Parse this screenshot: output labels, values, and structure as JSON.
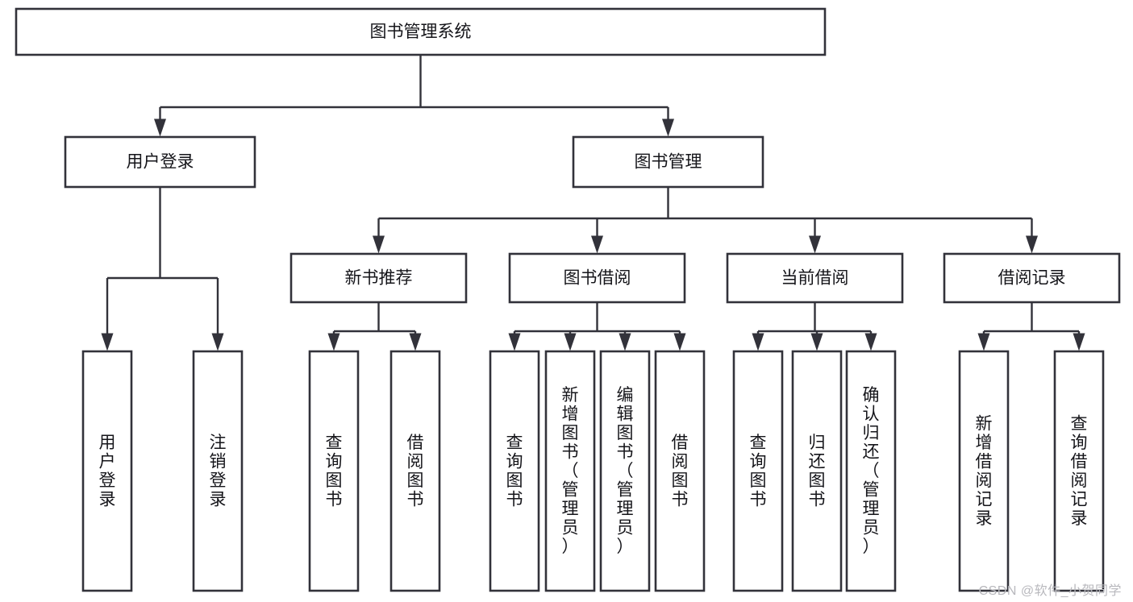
{
  "diagram": {
    "type": "tree",
    "orientation": "top-down",
    "title": "图书管理系统",
    "colors": {
      "box_fill": "#ffffff",
      "box_stroke": "#32323a",
      "connector": "#32323a",
      "text": "#15151a",
      "background": "#ffffff",
      "watermark": "#b8b8bd"
    },
    "nodes": {
      "root": {
        "label": "图书管理系统"
      },
      "level2": [
        {
          "label": "用户登录"
        },
        {
          "label": "图书管理"
        }
      ],
      "level3": [
        {
          "label": "新书推荐"
        },
        {
          "label": "图书借阅"
        },
        {
          "label": "当前借阅"
        },
        {
          "label": "借阅记录"
        }
      ],
      "leaves_user_login": [
        {
          "label": "用户登录"
        },
        {
          "label": "注销登录"
        }
      ],
      "leaves_new_books": [
        {
          "label": "查询图书"
        },
        {
          "label": "借阅图书"
        }
      ],
      "leaves_borrow": [
        {
          "label": "查询图书"
        },
        {
          "label": "新增图书（管理员）"
        },
        {
          "label": "编辑图书（管理员）"
        },
        {
          "label": "借阅图书"
        }
      ],
      "leaves_current": [
        {
          "label": "查询图书"
        },
        {
          "label": "归还图书"
        },
        {
          "label": "确认归还（管理员）"
        }
      ],
      "leaves_records": [
        {
          "label": "新增借阅记录"
        },
        {
          "label": "查询借阅记录"
        }
      ]
    },
    "edges": [
      {
        "from": "图书管理系统",
        "to": "用户登录"
      },
      {
        "from": "图书管理系统",
        "to": "图书管理"
      },
      {
        "from": "用户登录",
        "to": "用户登录"
      },
      {
        "from": "用户登录",
        "to": "注销登录"
      },
      {
        "from": "图书管理",
        "to": "新书推荐"
      },
      {
        "from": "图书管理",
        "to": "图书借阅"
      },
      {
        "from": "图书管理",
        "to": "当前借阅"
      },
      {
        "from": "图书管理",
        "to": "借阅记录"
      },
      {
        "from": "新书推荐",
        "to": "查询图书"
      },
      {
        "from": "新书推荐",
        "to": "借阅图书"
      },
      {
        "from": "图书借阅",
        "to": "查询图书"
      },
      {
        "from": "图书借阅",
        "to": "新增图书（管理员）"
      },
      {
        "from": "图书借阅",
        "to": "编辑图书（管理员）"
      },
      {
        "from": "图书借阅",
        "to": "借阅图书"
      },
      {
        "from": "当前借阅",
        "to": "查询图书"
      },
      {
        "from": "当前借阅",
        "to": "归还图书"
      },
      {
        "from": "当前借阅",
        "to": "确认归还（管理员）"
      },
      {
        "from": "借阅记录",
        "to": "新增借阅记录"
      },
      {
        "from": "借阅记录",
        "to": "查询借阅记录"
      }
    ]
  },
  "watermark": {
    "text": "CSDN @软件_小贺同学"
  }
}
